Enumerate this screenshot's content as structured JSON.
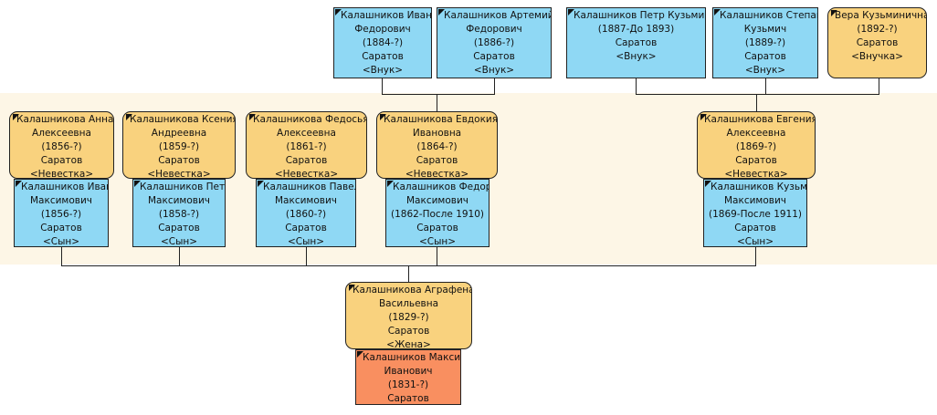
{
  "tree": {
    "grandchildren": [
      {
        "id": "ivan-f",
        "sex": "male",
        "lines": [
          "Калашников Иван",
          "Федорович",
          "(1884-?)",
          "Саратов",
          "<Внук>"
        ]
      },
      {
        "id": "artemiy-f",
        "sex": "male",
        "lines": [
          "Калашников Артемий",
          "Федорович",
          "(1886-?)",
          "Саратов",
          "<Внук>"
        ]
      },
      {
        "id": "petr-k",
        "sex": "male",
        "lines": [
          "Калашников Петр Кузьмич",
          "(1887-До 1893)",
          "Саратов",
          "<Внук>"
        ]
      },
      {
        "id": "stepan-k",
        "sex": "male",
        "lines": [
          "Калашников Степан",
          "Кузьмич",
          "(1889-?)",
          "Саратов",
          "<Внук>"
        ]
      },
      {
        "id": "vera-k",
        "sex": "female",
        "lines": [
          "Вера Кузьминична",
          "(1892-?)",
          "Саратов",
          "<Внучка>"
        ]
      }
    ],
    "spouses": [
      {
        "id": "anna-a",
        "sex": "female",
        "lines": [
          "Калашникова Анна",
          "Алексеевна",
          "(1856-?)",
          "Саратов",
          "<Невестка>"
        ]
      },
      {
        "id": "kseniya-a",
        "sex": "female",
        "lines": [
          "Калашникова Ксения",
          "Андреевна",
          "(1859-?)",
          "Саратов",
          "<Невестка>"
        ]
      },
      {
        "id": "fedosya-a",
        "sex": "female",
        "lines": [
          "Калашникова Федосья",
          "Алексеевна",
          "(1861-?)",
          "Саратов",
          "<Невестка>"
        ]
      },
      {
        "id": "evdokiya-i",
        "sex": "female",
        "lines": [
          "Калашникова Евдокия",
          "Ивановна",
          "(1864-?)",
          "Саратов",
          "<Невестка>"
        ]
      },
      {
        "id": "evgeniya-a",
        "sex": "female",
        "lines": [
          "Калашникова Евгения",
          "Алексеевна",
          "(1869-?)",
          "Саратов",
          "<Невестка>"
        ]
      }
    ],
    "sons": [
      {
        "id": "ivan-m",
        "sex": "male",
        "lines": [
          "Калашников Иван",
          "Максимович",
          "(1856-?)",
          "Саратов",
          "<Сын>"
        ]
      },
      {
        "id": "petr-m",
        "sex": "male",
        "lines": [
          "Калашников Петр",
          "Максимович",
          "(1858-?)",
          "Саратов",
          "<Сын>"
        ]
      },
      {
        "id": "pavel-m",
        "sex": "male",
        "lines": [
          "Калашников Павел",
          "Максимович",
          "(1860-?)",
          "Саратов",
          "<Сын>"
        ]
      },
      {
        "id": "fedor-m",
        "sex": "male",
        "lines": [
          "Калашников Федор",
          "Максимович",
          "(1862-После 1910)",
          "Саратов",
          "<Сын>"
        ]
      },
      {
        "id": "kuzma-m",
        "sex": "male",
        "lines": [
          "Калашников Кузьма",
          "Максимович",
          "(1869-После 1911)",
          "Саратов",
          "<Сын>"
        ]
      }
    ],
    "wife": {
      "id": "agrafena-v",
      "sex": "female",
      "lines": [
        "Калашникова Аграфена",
        "Васильевна",
        "(1829-?)",
        "Саратов",
        "<Жена>"
      ]
    },
    "root": {
      "id": "maksim-i",
      "sex": "root",
      "lines": [
        "Калашников Максим",
        "Иванович",
        "(1831-?)",
        "Саратов"
      ]
    }
  }
}
